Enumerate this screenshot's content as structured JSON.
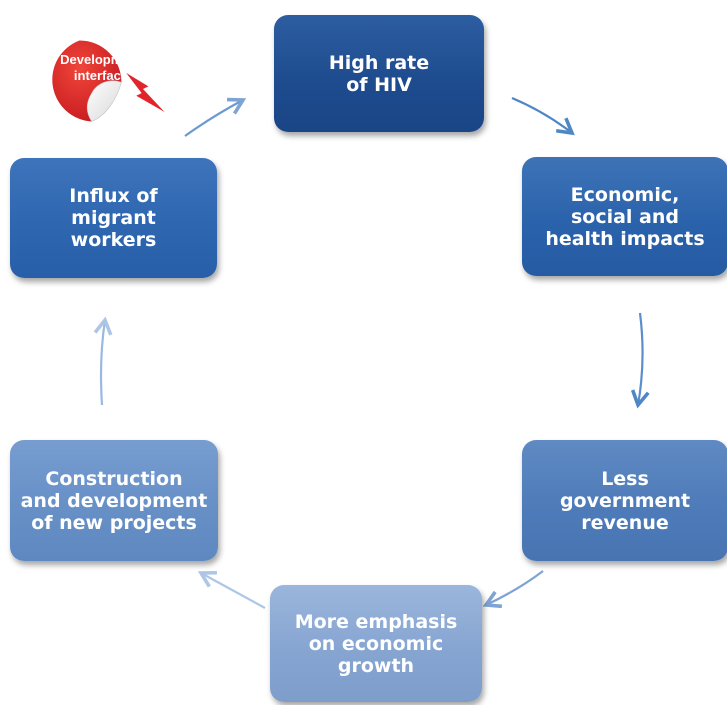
{
  "nodes": {
    "high_rate_hiv": "High rate\nof HIV",
    "impacts": "Economic,\nsocial and\nhealth impacts",
    "less_revenue": "Less\ngovernment\nrevenue",
    "emphasis_growth": "More emphasis\non economic\ngrowth",
    "construction": "Construction\nand development\nof new projects",
    "influx": "Influx of\nmigrant\nworkers"
  },
  "sticker": {
    "line1": "Development",
    "line2": "interface",
    "color": "#e0262a"
  },
  "colors": {
    "arrow_dark": "#4f86c6",
    "arrow_light": "#a9c3e3"
  }
}
